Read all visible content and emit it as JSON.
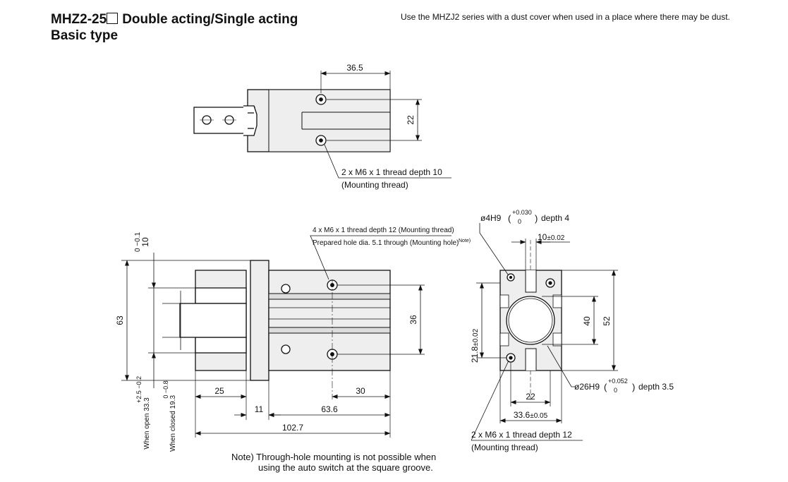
{
  "header": {
    "title_model": "MHZ2-25",
    "title_rest": "Double acting/Single acting",
    "subtitle": "Basic type",
    "note_top": "Use the MHZJ2 series with a dust cover when used in a place where there may be dust."
  },
  "top_view": {
    "dim_width": "36.5",
    "dim_height": "22",
    "callout_line1": "2 x M6 x 1 thread depth 10",
    "callout_line2": "(Mounting thread)"
  },
  "front_view": {
    "dim_stroke": "10",
    "dim_stroke_tol": "0 −0.1",
    "dim_height": "63",
    "dim_36": "36",
    "dim_25": "25",
    "dim_30": "30",
    "dim_11": "11",
    "dim_636": "63.6",
    "dim_1027": "102.7",
    "open_label": "When open 33.3",
    "open_tol": "+2.5 −0.2",
    "closed_label": "When closed 19.3",
    "closed_tol": "0 −0.8",
    "callout_line1": "4 x M6 x 1 thread depth 12 (Mounting thread)",
    "callout_line2": "Prepared hole dia. 5.1 through (Mounting hole)",
    "callout_note_sup": "Note)"
  },
  "side_view": {
    "pin_hole": "ø4H9",
    "pin_tol_upper": "+0.030",
    "pin_tol_lower": "0",
    "pin_depth": "depth 4",
    "dim_10": "10",
    "dim_10_tol": "±0.02",
    "dim_40": "40",
    "dim_52": "52",
    "dim_218": "21.8",
    "dim_218_tol": "±0.02",
    "dim_22": "22",
    "dim_336": "33.6",
    "dim_336_tol": "±0.05",
    "bore": "ø26H9",
    "bore_tol_upper": "+0.052",
    "bore_tol_lower": "0",
    "bore_depth": "depth 3.5",
    "callout_line1": "2 x M6 x 1 thread depth 12",
    "callout_line2": "(Mounting thread)"
  },
  "footnote": {
    "line1": "Note) Through-hole mounting is not possible when",
    "line2": "using the auto switch at the square groove."
  }
}
